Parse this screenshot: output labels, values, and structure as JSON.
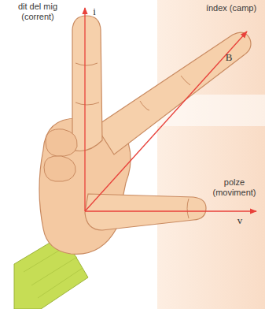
{
  "diagram": {
    "labels": [
      "dit del mig (corrent)",
      "i",
      "índex (camp)",
      "B",
      "polze (moviment)",
      "v"
    ]
  }
}
